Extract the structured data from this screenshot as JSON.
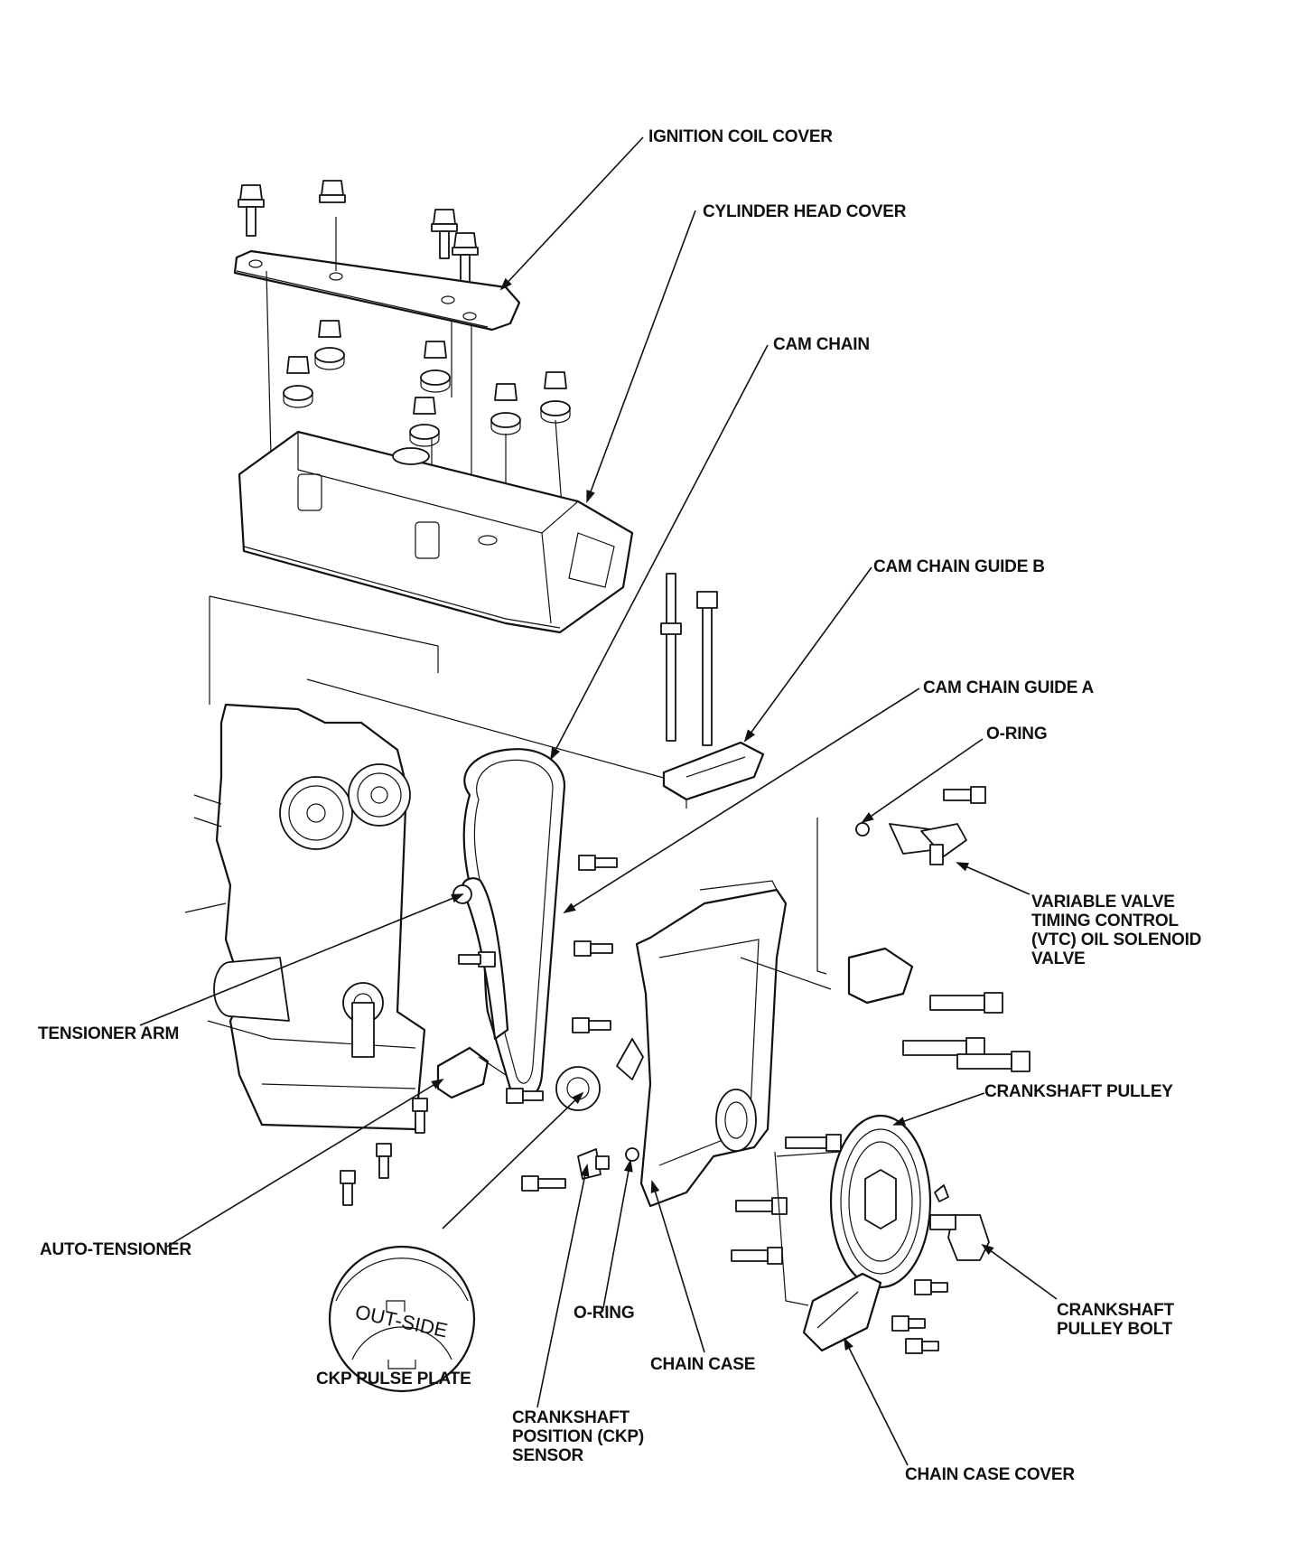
{
  "labels": {
    "ignition_coil_cover": "IGNITION COIL COVER",
    "cylinder_head_cover": "CYLINDER HEAD COVER",
    "cam_chain": "CAM CHAIN",
    "cam_chain_guide_b": "CAM CHAIN GUIDE B",
    "cam_chain_guide_a": "CAM CHAIN GUIDE A",
    "o_ring_top": "O-RING",
    "vtc_solenoid_valve": "VARIABLE VALVE\nTIMING CONTROL\n(VTC) OIL SOLENOID\nVALVE",
    "tensioner_arm": "TENSIONER ARM",
    "crankshaft_pulley": "CRANKSHAFT PULLEY",
    "auto_tensioner": "AUTO-TENSIONER",
    "o_ring_bottom": "O-RING",
    "crankshaft_pulley_bolt": "CRANKSHAFT\nPULLEY BOLT",
    "chain_case": "CHAIN CASE",
    "ckp_pulse_plate": "CKP PULSE PLATE",
    "ckp_sensor": "CRANKSHAFT\nPOSITION (CKP)\nSENSOR",
    "chain_case_cover": "CHAIN CASE COVER"
  },
  "pulse_plate_stamp": "OUT-SIDE"
}
